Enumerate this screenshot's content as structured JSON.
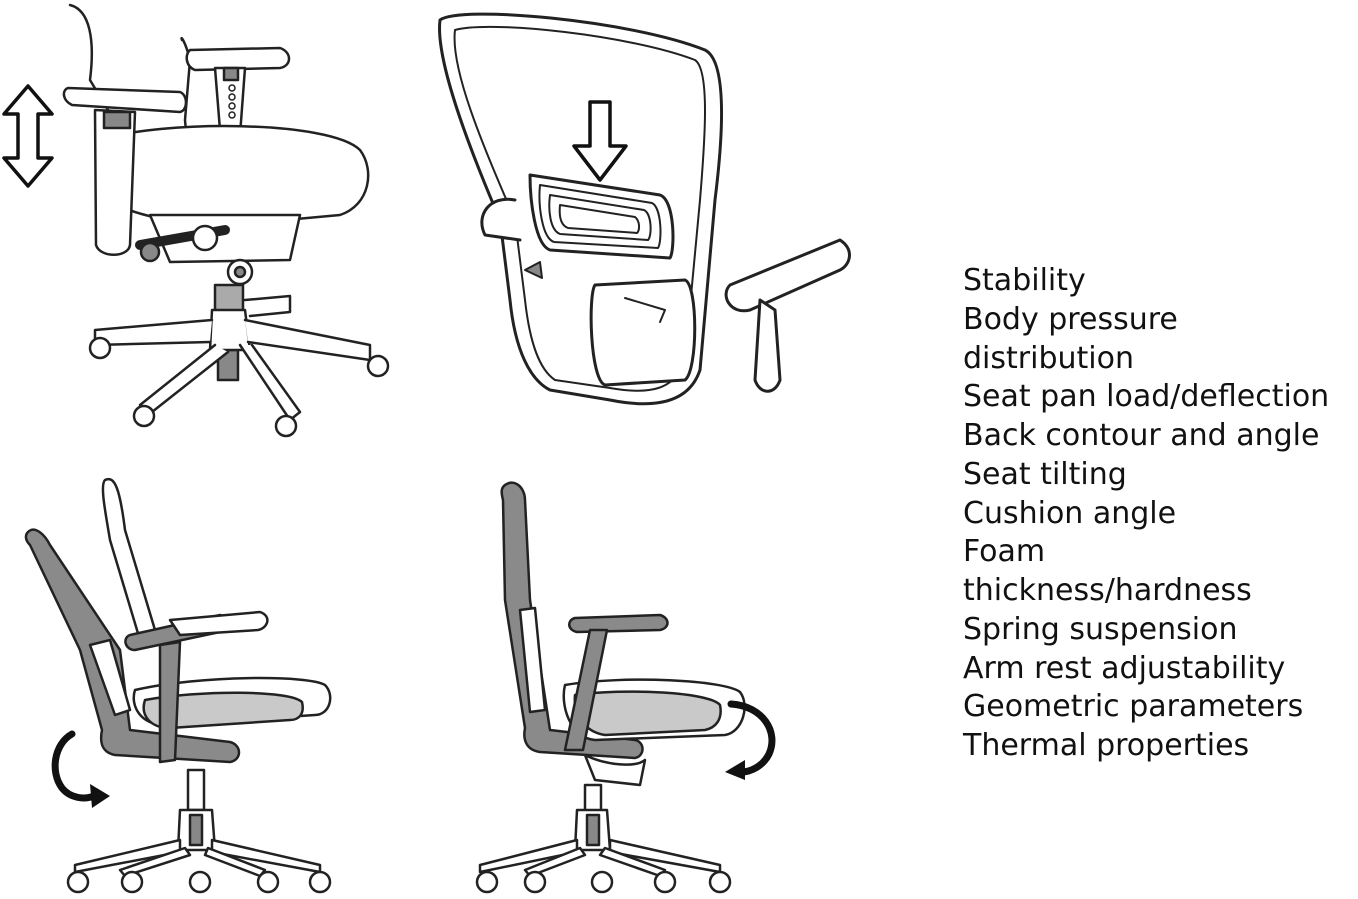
{
  "features": [
    "Stability",
    "Body pressure",
    "distribution",
    "Seat pan load/deflection",
    "Back contour and angle",
    "Seat tilting",
    "Cushion angle",
    "Foam",
    "thickness/hardness",
    "Spring suspension",
    "Arm rest adjustability",
    "Geometric parameters",
    "Thermal properties"
  ],
  "icons": {
    "height_adjust": "double-vertical-arrow-icon",
    "lumbar_push": "down-arrow-icon",
    "recline_back": "curved-arrow-icon",
    "tilt_seat": "curved-arrow-icon"
  },
  "colors": {
    "line": "#222222",
    "frame_fill": "#8a8a8a",
    "seat_fill": "#c9c9c9",
    "text": "#111111"
  }
}
